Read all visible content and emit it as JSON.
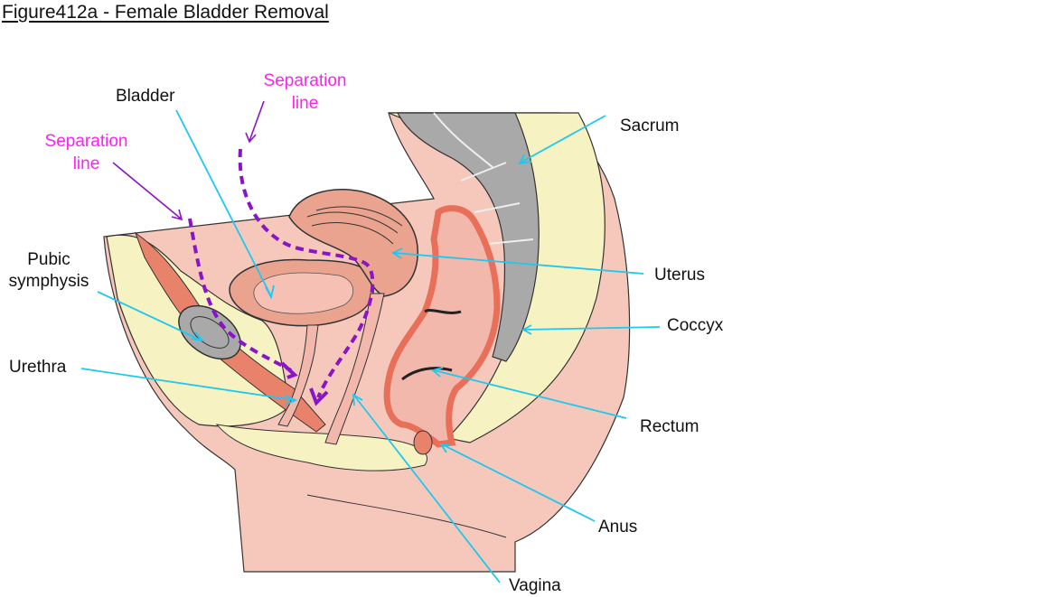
{
  "figure": {
    "title": "Figure412a - Female Bladder Removal"
  },
  "labels": {
    "bladder": "Bladder",
    "pubic_symphysis_line1": "Pubic",
    "pubic_symphysis_line2": "symphysis",
    "urethra": "Urethra",
    "sacrum": "Sacrum",
    "uterus": "Uterus",
    "coccyx": "Coccyx",
    "rectum": "Rectum",
    "anus": "Anus",
    "vagina": "Vagina"
  },
  "separation_labels": [
    {
      "line1": "Separation",
      "line2": "line"
    },
    {
      "line1": "Separation",
      "line2": "line"
    }
  ],
  "colors": {
    "leader_line": "#1ec8f0",
    "separation_text": "#ff22ee",
    "separation_line": "#8a14c8",
    "skin": "#f6c8bc",
    "fat": "#f7f2c2",
    "muscle": "#e8826a",
    "bone": "#a9a9a9",
    "organ": "#f3b8ac"
  }
}
